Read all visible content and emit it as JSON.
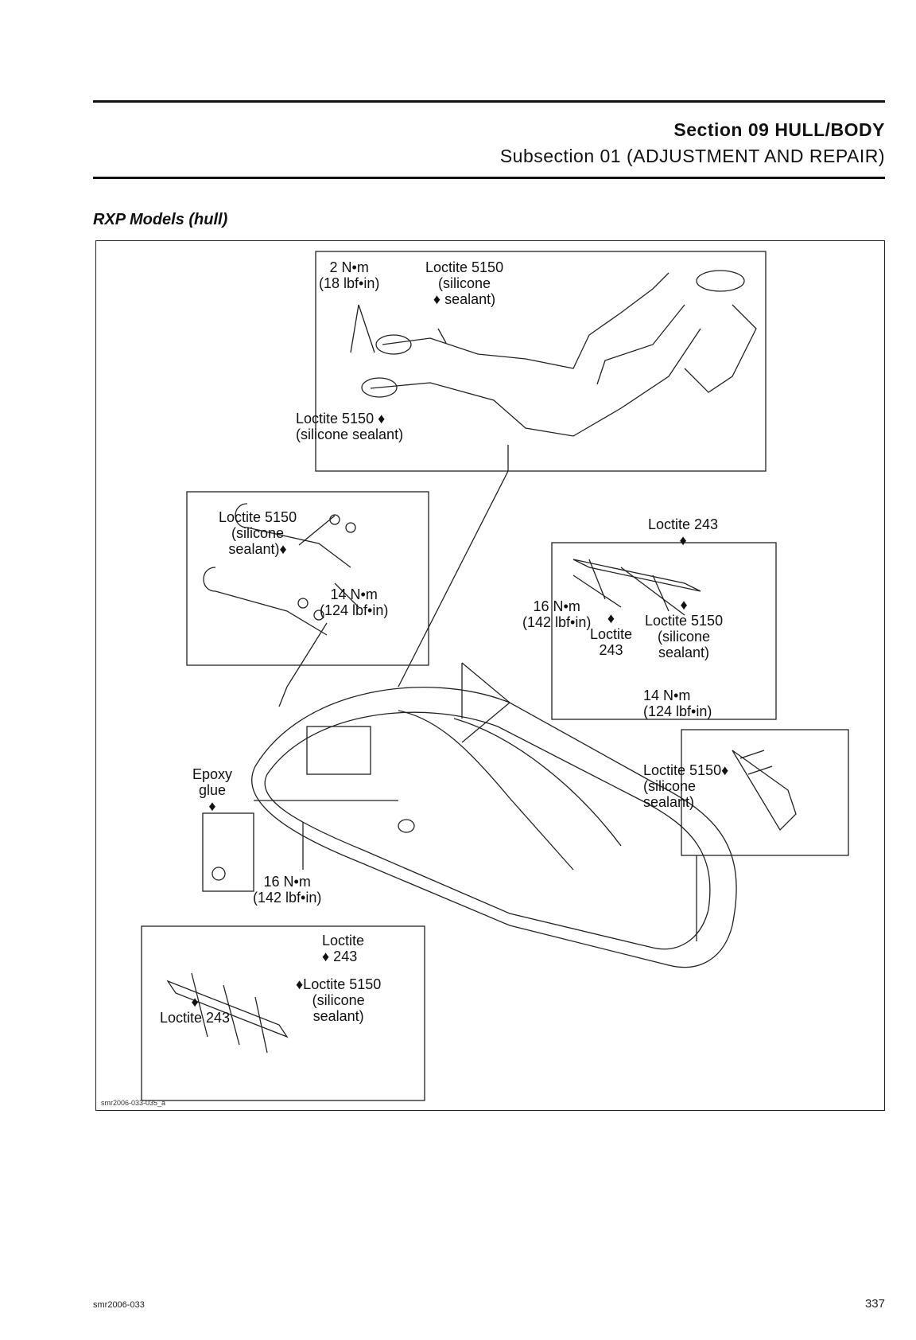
{
  "header": {
    "section": "Section 09 HULL/BODY",
    "subsection": "Subsection 01 (ADJUSTMENT AND REPAIR)"
  },
  "caption": "RXP Models (hull)",
  "figure": {
    "id": "smr2006-033-035_a",
    "labels": {
      "top_torque": "2 N•m\n(18 lbf•in)",
      "top_loctite": "Loctite 5150\n(silicone\n♦ sealant)",
      "top_loctite_bottom": "Loctite 5150 ♦\n(silicone sealant)",
      "left_loctite": "Loctite 5150\n(silicone\nsealant)♦",
      "left_torque": "14 N•m\n(124 lbf•in)",
      "right_loctite243": "Loctite 243\n♦",
      "right_torque": "16 N•m\n(142 lbf•in)",
      "right_loctite243_b": "♦\nLoctite\n243",
      "right_loctite5150": "♦\nLoctite 5150\n(silicone\nsealant)",
      "rear_torque": "14 N•m\n(124 lbf•in)",
      "rear_loctite": "Loctite 5150♦\n(silicone\nsealant)",
      "epoxy": "Epoxy\nglue\n♦",
      "bottom_torque": "16 N•m\n(142 lbf•in)",
      "bottom_loctite243_r": "Loctite\n♦ 243",
      "bottom_loctite5150": "♦Loctite 5150\n(silicone\nsealant)",
      "bottom_loctite243_l": "♦\nLoctite 243"
    }
  },
  "footer": {
    "doc_code": "smr2006-033",
    "page_number": "337"
  }
}
